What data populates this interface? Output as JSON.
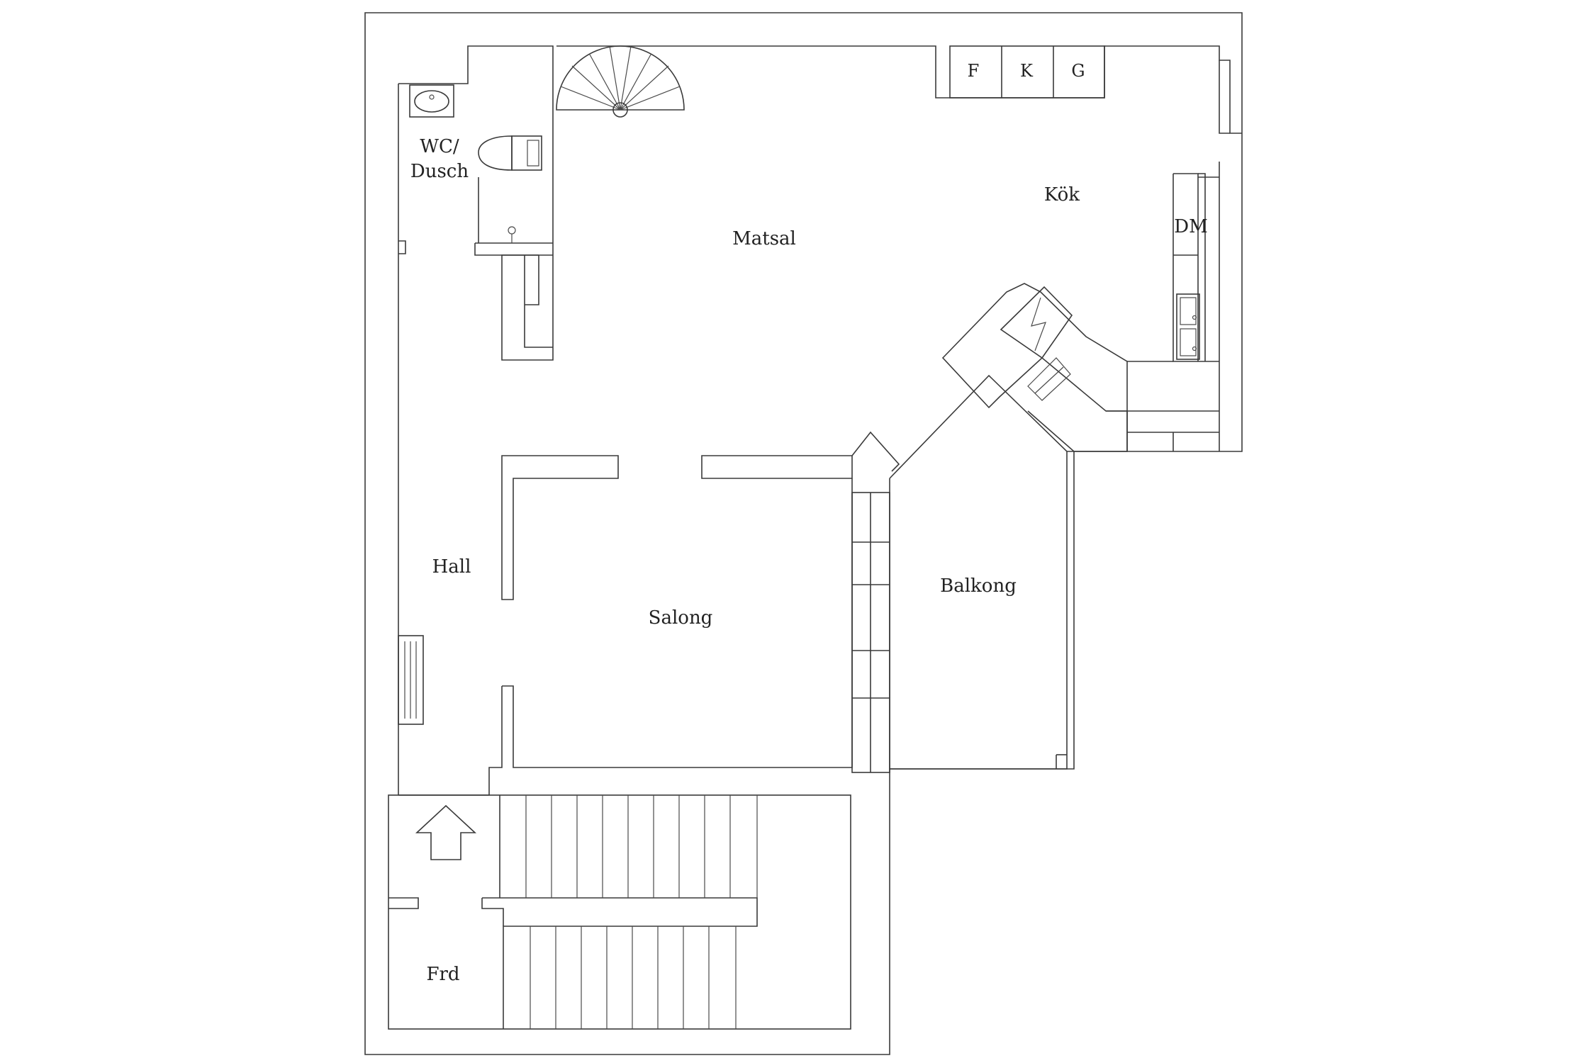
{
  "floorplan": {
    "rooms": {
      "wc": [
        "WC/",
        "Dusch"
      ],
      "matsal": "Matsal",
      "kok": "Kök",
      "dm": "DM",
      "hall": "Hall",
      "salong": "Salong",
      "balkong": "Balkong",
      "frd": "Frd"
    },
    "appliances": {
      "f": "F",
      "k": "K",
      "g": "G"
    },
    "colors": {
      "line": "#3a3a3a",
      "background": "#ffffff"
    }
  }
}
